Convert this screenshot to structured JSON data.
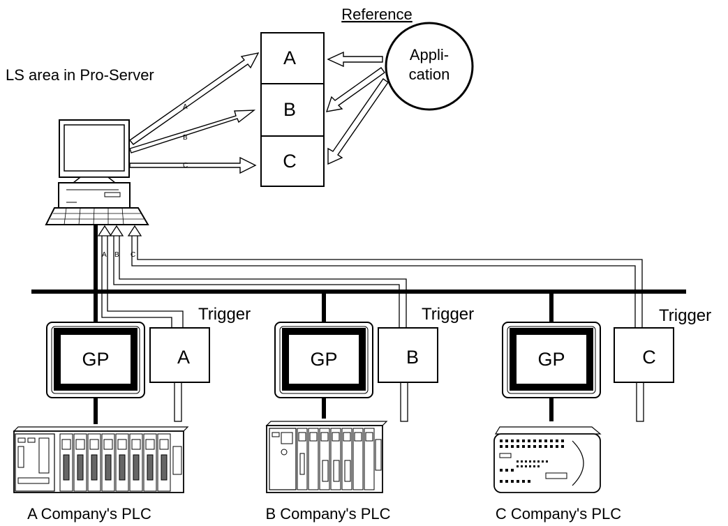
{
  "diagram": {
    "reference_label": "Reference",
    "ls_area_label": "LS area in Pro-Server",
    "application_label": [
      "Appli-",
      "cation"
    ],
    "ls_cells": [
      "A",
      "B",
      "C"
    ],
    "transfer_arrow_labels": [
      "A",
      "B",
      "C"
    ],
    "cable_labels": [
      "A",
      "B",
      "C"
    ],
    "trigger_label": "Trigger",
    "stations": [
      {
        "gp_label": "GP",
        "trigger_box": "A",
        "plc_caption": "A Company's PLC"
      },
      {
        "gp_label": "GP",
        "trigger_box": "B",
        "plc_caption": "B Company's PLC"
      },
      {
        "gp_label": "GP",
        "trigger_box": "C",
        "plc_caption": "C Company's PLC"
      }
    ]
  }
}
